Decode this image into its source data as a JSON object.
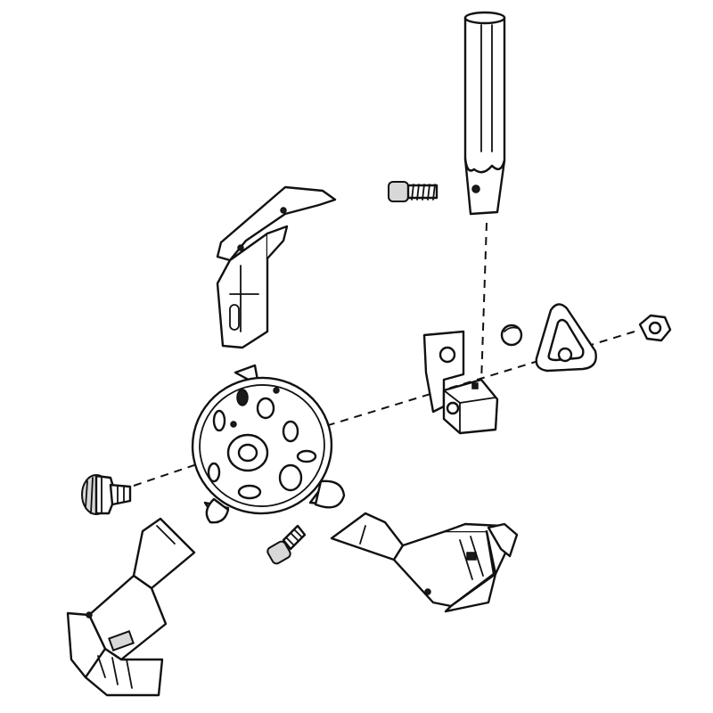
{
  "diagram": {
    "parts": [
      "presser-bar",
      "set-screw-top",
      "upper-shank-bracket",
      "steel-ball",
      "spring-hook",
      "hex-nut",
      "angle-bracket-with-block",
      "feed-dial-wheel",
      "knurled-thumb-screw",
      "mounting-screw-lower",
      "left-presser-foot",
      "right-presser-foot"
    ]
  }
}
